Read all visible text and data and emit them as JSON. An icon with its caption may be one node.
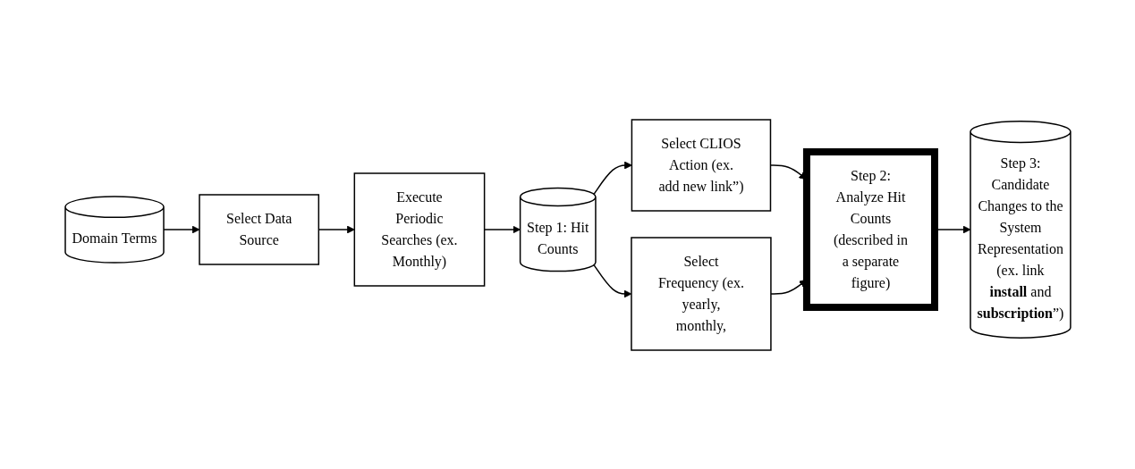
{
  "diagram": {
    "nodes": [
      {
        "text": [
          "Domain Terms"
        ]
      },
      {
        "text": [
          "Select Data Source"
        ]
      },
      {
        "text": [
          "Execute Periodic Searches (ex. Monthly)"
        ]
      },
      {
        "text": [
          "Step 1: Hit Counts"
        ]
      },
      {
        "text": [
          "Select CLIOS Action (ex. add new link”)"
        ]
      },
      {
        "text": [
          "Select Frequency (ex. yearly, monthly,"
        ]
      },
      {
        "text": [
          "Step 2: Analyze Hit Counts (described in a separate figure)"
        ]
      },
      {
        "text": [
          "Step 3: Candidate Changes to the System Representation (ex. link **install** and **subscription**”)"
        ]
      }
    ],
    "edges": [
      {
        "from": 0,
        "to": 1,
        "arrow": "to"
      },
      {
        "from": 1,
        "to": 2,
        "arrow": "to"
      },
      {
        "from": 2,
        "to": 3,
        "arrow": "to"
      },
      {
        "from": 3,
        "to": 4,
        "arrow": "to"
      },
      {
        "from": 3,
        "to": 5,
        "arrow": "to"
      },
      {
        "from": 4,
        "to": 6,
        "arrow": "to"
      },
      {
        "from": 5,
        "to": 6,
        "arrow": "to"
      },
      {
        "from": 6,
        "to": 7,
        "arrow": "to"
      }
    ]
  }
}
